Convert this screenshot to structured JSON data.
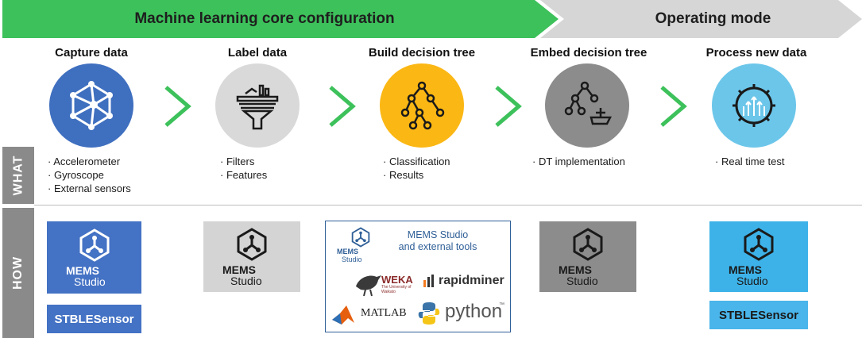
{
  "banners": {
    "ml_config": "Machine learning core configuration",
    "operating": "Operating mode"
  },
  "side_labels": {
    "what": "WHAT",
    "how": "HOW"
  },
  "steps": [
    {
      "title": "Capture data",
      "icon": "network-nodes-icon",
      "color": "#3f6fbf",
      "bullets": [
        "Accelerometer",
        "Gyroscope",
        "External sensors"
      ]
    },
    {
      "title": "Label data",
      "icon": "filter-funnel-icon",
      "color": "#d9d9d9",
      "bullets": [
        "Filters",
        "Features"
      ]
    },
    {
      "title": "Build decision tree",
      "icon": "decision-tree-icon",
      "color": "#fbb714",
      "bullets": [
        "Classification",
        "Results"
      ]
    },
    {
      "title": "Embed decision tree",
      "icon": "embedded-tree-icon",
      "color": "#8c8c8c",
      "bullets": [
        "DT implementation"
      ]
    },
    {
      "title": "Process new data",
      "icon": "gear-processor-icon",
      "color": "#6cc6ea",
      "bullets": [
        "Real time test"
      ]
    }
  ],
  "tools": {
    "mems_brand": "MEMS",
    "mems_sub": "Studio",
    "stble": "STBLESensor",
    "box_title_line1": "MEMS Studio",
    "box_title_line2": "and external tools",
    "weka": "WEKA",
    "weka_sub": "The University of Waikato",
    "rapidminer": "rapidminer",
    "matlab": "MATLAB",
    "python": "python",
    "python_tm": "™"
  },
  "colors": {
    "green": "#3dc15b",
    "blue_tile": "#4472c4",
    "light_gray_tile": "#d4d4d4",
    "dark_gray_tile": "#8c8c8c",
    "cyan_tile": "#3db2e8",
    "stble_cyan": "#49b5ea"
  }
}
